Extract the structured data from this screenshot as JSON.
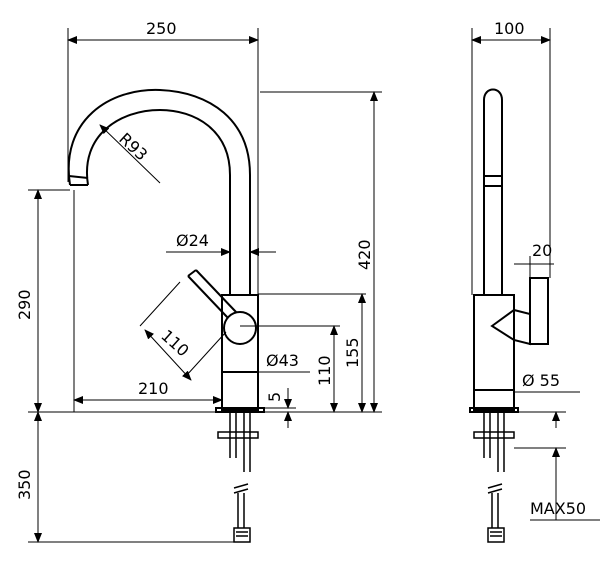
{
  "drawing": {
    "front_view": {
      "width": "250",
      "radius": "R93",
      "spout_height": "290",
      "total_height": "420",
      "tube_diameter": "Ø24",
      "lever_length": "110",
      "body_diameter": "Ø43",
      "body_height": "110",
      "lever_height": "155",
      "reach": "210",
      "base_thickness": "5",
      "hose_length": "350"
    },
    "side_view": {
      "width": "100",
      "lever_width": "20",
      "base_diameter": "Ø 55",
      "max_deck": "MAX50"
    }
  }
}
